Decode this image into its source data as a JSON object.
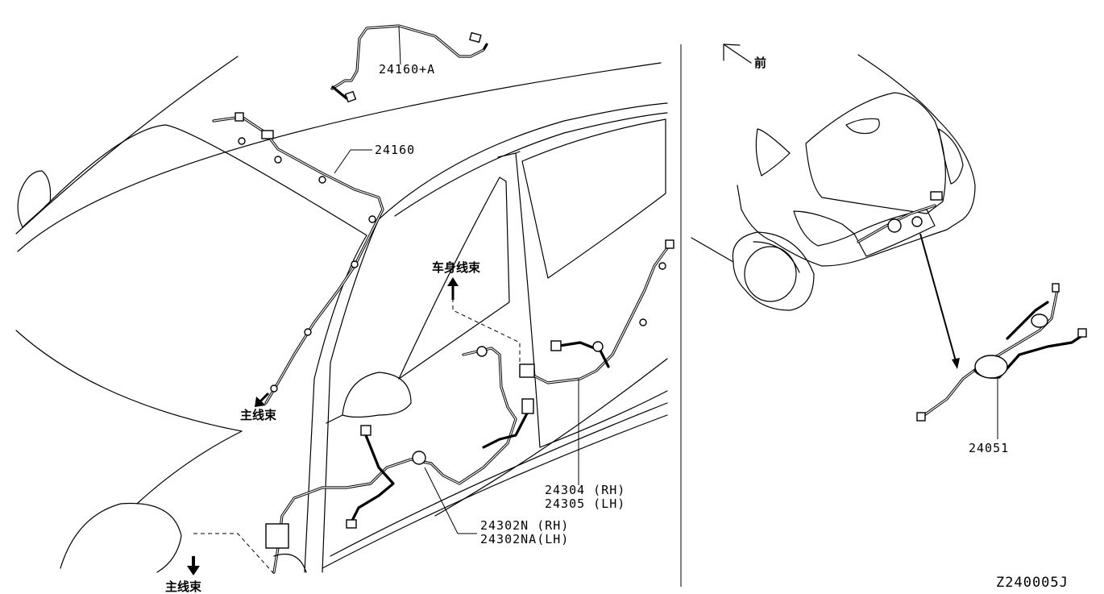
{
  "diagram": {
    "parts": [
      {
        "id": "p24160a",
        "text": "24160+A"
      },
      {
        "id": "p24160",
        "text": "24160"
      },
      {
        "id": "p24304",
        "text": "24304 (RH)"
      },
      {
        "id": "p24305",
        "text": "24305 (LH)"
      },
      {
        "id": "p24302n",
        "text": "24302N (RH)"
      },
      {
        "id": "p24302na",
        "text": "24302NA(LH)"
      },
      {
        "id": "p24051",
        "text": "24051"
      }
    ],
    "annotations": {
      "body_harness": "车身线束",
      "main_harness_upper": "主线束",
      "main_harness_lower": "主线束",
      "front": "前"
    },
    "diagram_code": "Z240005J"
  }
}
